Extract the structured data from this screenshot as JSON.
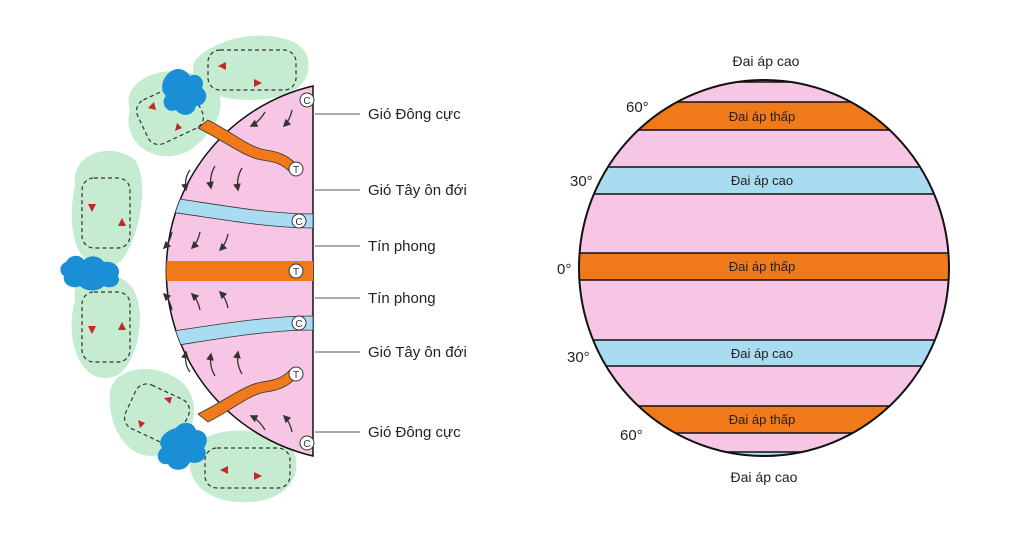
{
  "colors": {
    "pink": "#f7c6e4",
    "orange": "#f07a1a",
    "light_blue": "#a9dcf0",
    "green": "#c5ecd0",
    "blue_cloud": "#1b8fd6",
    "arrow_red": "#c8242a",
    "outline": "#111111"
  },
  "wind_labels": [
    {
      "id": "gio-dong-cuc-bac",
      "text": "Gió Đông cực"
    },
    {
      "id": "gio-tay-on-doi-bac",
      "text": "Gió Tây ôn đới"
    },
    {
      "id": "tin-phong-bac",
      "text": "Tín phong"
    },
    {
      "id": "tin-phong-nam",
      "text": "Tín phong"
    },
    {
      "id": "gio-tay-on-doi-nam",
      "text": "Gió Tây ôn đới"
    },
    {
      "id": "gio-dong-cuc-nam",
      "text": "Gió Đông cực"
    }
  ],
  "cell_markers": {
    "high": "C",
    "low": "T",
    "sequence": [
      "C",
      "T",
      "C",
      "T",
      "C",
      "T",
      "C"
    ]
  },
  "pressure_belts": [
    {
      "id": "belt-60n",
      "text": "Đai áp thấp",
      "type": "low"
    },
    {
      "id": "belt-30n",
      "text": "Đai áp cao",
      "type": "high"
    },
    {
      "id": "belt-0",
      "text": "Đai áp thấp",
      "type": "low"
    },
    {
      "id": "belt-30s",
      "text": "Đai áp cao",
      "type": "high"
    },
    {
      "id": "belt-60s",
      "text": "Đai áp thấp",
      "type": "low"
    }
  ],
  "polar_labels": {
    "north": "Đai áp cao",
    "south": "Đai áp cao"
  },
  "latitude_labels": {
    "n60": "60°",
    "n30": "30°",
    "eq": "0°",
    "s30": "30°",
    "s60": "60°"
  }
}
